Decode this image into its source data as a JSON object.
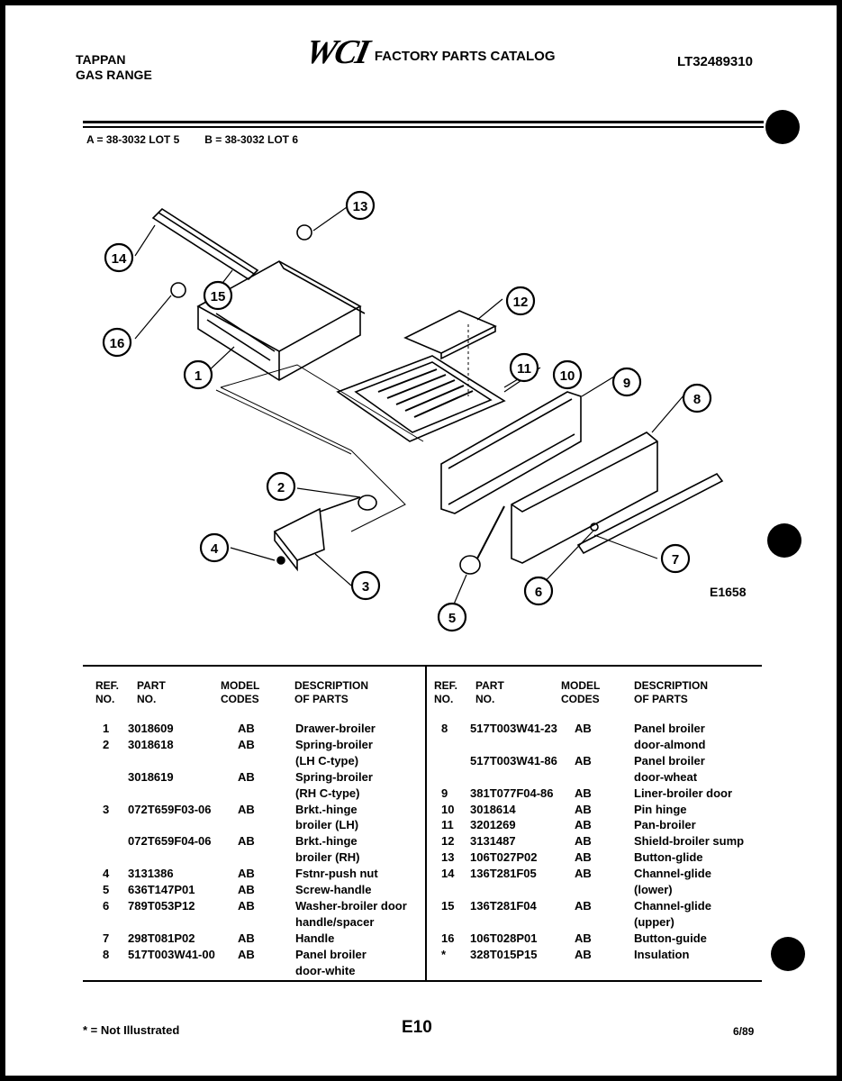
{
  "header": {
    "brand_line1": "TAPPAN",
    "brand_line2": "GAS RANGE",
    "logo_text": "WCI",
    "catalog_title": "FACTORY PARTS CATALOG",
    "model_code": "LT32489310"
  },
  "lots": {
    "a": "A = 38-3032 LOT 5",
    "b": "B = 38-3032 LOT 6"
  },
  "diagram": {
    "figure_code": "E1658",
    "callouts": [
      "1",
      "2",
      "3",
      "4",
      "5",
      "6",
      "7",
      "8",
      "9",
      "10",
      "11",
      "12",
      "13",
      "14",
      "15",
      "16"
    ]
  },
  "table": {
    "headers": {
      "ref": "REF.",
      "ref2": "NO.",
      "part": "PART",
      "part2": "NO.",
      "model": "MODEL",
      "model2": "CODES",
      "desc": "DESCRIPTION",
      "desc2": "OF PARTS"
    },
    "left": [
      {
        "ref": "1",
        "part": "3018609",
        "codes": "AB",
        "desc": "Drawer-broiler"
      },
      {
        "ref": "2",
        "part": "3018618",
        "codes": "AB",
        "desc": "Spring-broiler"
      },
      {
        "ref": "",
        "part": "",
        "codes": "",
        "desc": "(LH C-type)"
      },
      {
        "ref": "",
        "part": "3018619",
        "codes": "AB",
        "desc": "Spring-broiler"
      },
      {
        "ref": "",
        "part": "",
        "codes": "",
        "desc": "(RH C-type)"
      },
      {
        "ref": "3",
        "part": "072T659F03-06",
        "codes": "AB",
        "desc": "Brkt.-hinge"
      },
      {
        "ref": "",
        "part": "",
        "codes": "",
        "desc": "broiler (LH)"
      },
      {
        "ref": "",
        "part": "072T659F04-06",
        "codes": "AB",
        "desc": "Brkt.-hinge"
      },
      {
        "ref": "",
        "part": "",
        "codes": "",
        "desc": "broiler (RH)"
      },
      {
        "ref": "4",
        "part": "3131386",
        "codes": "AB",
        "desc": "Fstnr-push nut"
      },
      {
        "ref": "5",
        "part": "636T147P01",
        "codes": "AB",
        "desc": "Screw-handle"
      },
      {
        "ref": "6",
        "part": "789T053P12",
        "codes": "AB",
        "desc": "Washer-broiler door"
      },
      {
        "ref": "",
        "part": "",
        "codes": "",
        "desc": "handle/spacer"
      },
      {
        "ref": "7",
        "part": "298T081P02",
        "codes": "AB",
        "desc": "Handle"
      },
      {
        "ref": "8",
        "part": "517T003W41-00",
        "codes": "AB",
        "desc": "Panel broiler"
      },
      {
        "ref": "",
        "part": "",
        "codes": "",
        "desc": "door-white"
      }
    ],
    "right": [
      {
        "ref": "8",
        "part": "517T003W41-23",
        "codes": "AB",
        "desc": "Panel broiler"
      },
      {
        "ref": "",
        "part": "",
        "codes": "",
        "desc": "door-almond"
      },
      {
        "ref": "",
        "part": "517T003W41-86",
        "codes": "AB",
        "desc": "Panel broiler"
      },
      {
        "ref": "",
        "part": "",
        "codes": "",
        "desc": "door-wheat"
      },
      {
        "ref": "9",
        "part": "381T077F04-86",
        "codes": "AB",
        "desc": "Liner-broiler door"
      },
      {
        "ref": "10",
        "part": "3018614",
        "codes": "AB",
        "desc": "Pin hinge"
      },
      {
        "ref": "11",
        "part": "3201269",
        "codes": "AB",
        "desc": "Pan-broiler"
      },
      {
        "ref": "12",
        "part": "3131487",
        "codes": "AB",
        "desc": "Shield-broiler sump"
      },
      {
        "ref": "13",
        "part": "106T027P02",
        "codes": "AB",
        "desc": "Button-glide"
      },
      {
        "ref": "14",
        "part": "136T281F05",
        "codes": "AB",
        "desc": "Channel-glide"
      },
      {
        "ref": "",
        "part": "",
        "codes": "",
        "desc": "(lower)"
      },
      {
        "ref": "15",
        "part": "136T281F04",
        "codes": "AB",
        "desc": "Channel-glide"
      },
      {
        "ref": "",
        "part": "",
        "codes": "",
        "desc": "(upper)"
      },
      {
        "ref": "16",
        "part": "106T028P01",
        "codes": "AB",
        "desc": "Button-guide"
      },
      {
        "ref": "*",
        "part": "328T015P15",
        "codes": "AB",
        "desc": "Insulation"
      }
    ]
  },
  "footer": {
    "note": "* = Not Illustrated",
    "page": "E10",
    "date": "6/89"
  }
}
